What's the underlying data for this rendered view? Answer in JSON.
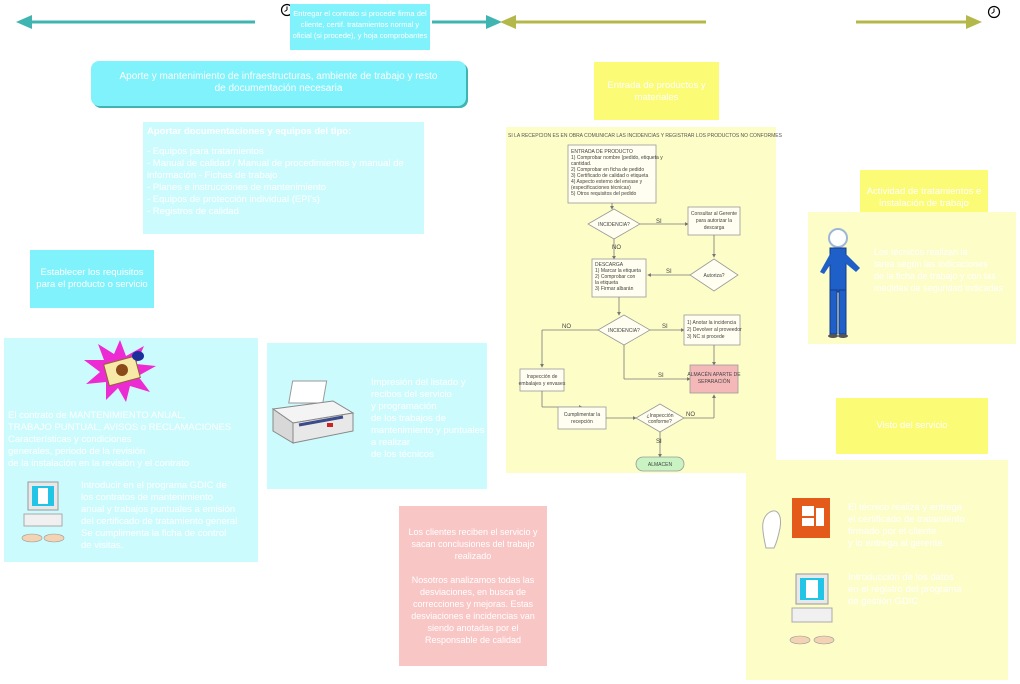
{
  "colors": {
    "teal_arrow": "#3fb4b0",
    "olive_arrow": "#b4b84a",
    "cyan_box": "#ccfbfd",
    "cyan_strong": "#80f2fc",
    "yellow_box": "#fdfdc8",
    "yellow_strong": "#fbfb75",
    "pink_box": "#f9c6c6",
    "flow_box": "#fdfdc8"
  },
  "top": {
    "clock_left_icon": "clock-icon",
    "clock_right_icon": "clock-icon",
    "contract_label": "Entregar el contrato si procede firma del\ncliente, certif. tratamientos normal y\noficial (si procede), y hoja comprobantes"
  },
  "header_box": {
    "text": "Aporte y mantenimiento de infraestructuras, ambiente de trabajo y resto de documentación necesaria"
  },
  "equipment_box": {
    "title": "Aportar documentaciones y equipos del tipo:",
    "items": "- Equipos para tratamientos\n- Manual de calidad / Manual de procedimientos y manual de información - Fichas de trabajo\n- Planes e instrucciones de mantenimiento\n- Equipos de protección individual (EPI's)\n- Registros de calidad"
  },
  "requirements_box": {
    "text": "Establecer los requisitos para el producto o servicio"
  },
  "contract_box": {
    "text": "El contrato de MANTENIMIENTO ANUAL,\nTRABAJO PUNTUAL, AVISOS o RECLAMACIONES\nCaracterísticas y condiciones\ngenerales, periodo de la revisión\nde la instalación en la revisión y el contrato",
    "sub_text": "Introducir en el programa GDIC de\nlos contratos de mantenimiento\nanual y trabajos puntuales a emisión\ndel certificado de tratamiento general\nSe cumplimenta la ficha de control\nde visitas."
  },
  "printer_box": {
    "text": "Impresión del listado y\nrecibos del servicio\ny programación\nde los trabajos de\nmantenimiento y puntuales\na realizar\nde los técnicos"
  },
  "product_input_box": {
    "text": "Entrada de productos y\nmateriales"
  },
  "flowchart": {
    "title": "SI LA RECEPCION ES EN OBRA COMUNICAR LAS INCIDENCIAS Y REGISTRAR LOS PRODUCTOS NO CONFORMES",
    "entry_lines": [
      "ENTRADA DE PRODUCTO",
      "1) Comprobar nombre (pedido, etiqueta y",
      "   cantidad.",
      "2) Comprobar en ficha de pedido",
      "3) Certificado de calidad o etiqueta",
      "4) Aspecto externo del envase y",
      "   (especificaciones técnicas)",
      "5) Otros requisitos del pedido"
    ],
    "decision1": "INCIDENCIA?",
    "consult_lines": [
      "Consultar al Gerente",
      "para autorizar la",
      "descarga"
    ],
    "unload_lines": [
      "DESCARGA",
      "1) Marcar la etiqueta",
      "2) Comprobar con",
      "   la etiqueta",
      "3) Firmar albarán"
    ],
    "decision2": "Autoriza?",
    "decision3": "INCIDENCIA?",
    "incident_lines": [
      "1) Anotar la incidencia",
      "2) Devolver al proveedor",
      "3) NC si procede"
    ],
    "separation_lines": [
      "ALMACÉN APARTE DE",
      "SEPARACIÓN"
    ],
    "inspection_lines": [
      "Inspección de",
      "embalajes y envases"
    ],
    "complete_lines": [
      "Cumplimentar la",
      "recepción"
    ],
    "decision4_lines": [
      "¿Inspección",
      "conforme?"
    ],
    "warehouse": "ALMACEN",
    "yes": "SI",
    "no": "NO"
  },
  "right_top_box": {
    "text": "Actividad de tratamientos e\ninstalación de trabajo"
  },
  "worker_box": {
    "text": "Los técnicos realizan la\ntarea según las indicaciones\nde la ficha de trabajo y con las\nmedidas de seguridad indicadas"
  },
  "review_box": {
    "text": "Visto del servicio"
  },
  "bottom_right_box": {
    "text1": "El técnico realiza y entrega\nel certificado de tratamiento\nfirmado por el cliente\ny lo entrega al gerente",
    "text2": "Introducción de los datos\nen el registro del programa\nde gestión GDIC"
  },
  "client_box": {
    "text": "Los clientes reciben el servicio y sacan conclusiones del trabajo realizado\n\nNosotros analizamos todas las desviaciones, en busca de correcciones y mejoras. Estas desviaciones e incidencias van siendo anotadas por el Responsable de calidad"
  },
  "icons": [
    "clock-icon",
    "seal-burst-icon",
    "computer-icon",
    "printer-icon",
    "worker-figure-icon",
    "office-window-icon"
  ]
}
